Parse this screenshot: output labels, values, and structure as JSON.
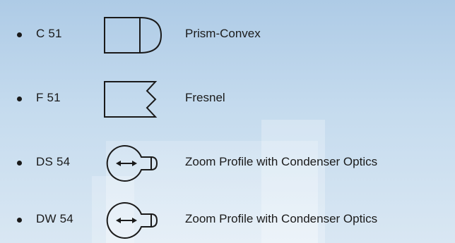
{
  "items": [
    {
      "code": "C 51",
      "label": "Prism-Convex",
      "symbol": "prism-convex-lens-icon"
    },
    {
      "code": "F 51",
      "label": "Fresnel",
      "symbol": "fresnel-lens-icon"
    },
    {
      "code": "DS 54",
      "label": "Zoom Profile with Condenser Optics",
      "symbol": "zoom-profile-condenser-icon"
    },
    {
      "code": "DW 54",
      "label": "Zoom Profile with Condenser Optics",
      "symbol": "zoom-profile-condenser-icon"
    }
  ],
  "colors": {
    "background": "#c5dbee",
    "text": "#1a1a1a"
  }
}
